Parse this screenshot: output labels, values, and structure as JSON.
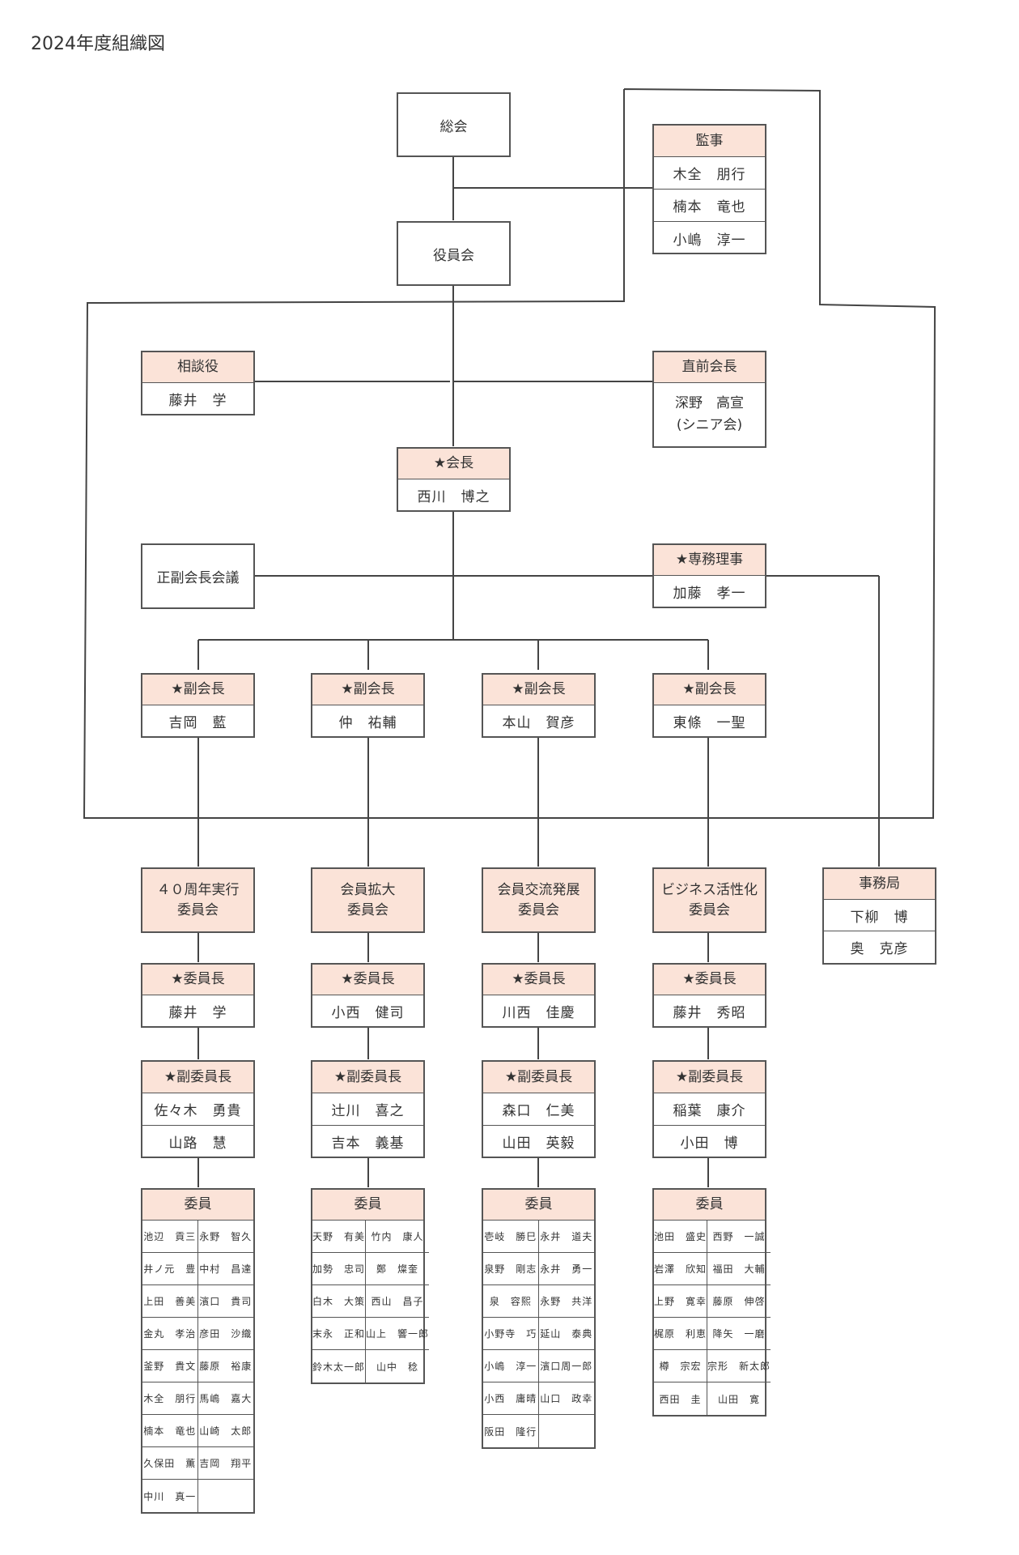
{
  "title": "2024年度組織図",
  "soukai": "総会",
  "yakuinkai": "役員会",
  "kanji": {
    "header": "監事",
    "members": [
      "木全　朋行",
      "楠本　竜也",
      "小嶋　淳一"
    ]
  },
  "soudanyaku": {
    "header": "相談役",
    "members": [
      "藤井　学"
    ]
  },
  "chokuzen": {
    "header": "直前会長",
    "name": "深野　高宣",
    "note": "(シニア会)"
  },
  "kaicho": {
    "header": "★会長",
    "members": [
      "西川　博之"
    ]
  },
  "seifuku": "正副会長会議",
  "senmu": {
    "header": "★専務理事",
    "members": [
      "加藤　孝一"
    ]
  },
  "fukukaicho": [
    {
      "header": "★副会長",
      "members": [
        "吉岡　藍"
      ]
    },
    {
      "header": "★副会長",
      "members": [
        "仲　祐輔"
      ]
    },
    {
      "header": "★副会長",
      "members": [
        "本山　賀彦"
      ]
    },
    {
      "header": "★副会長",
      "members": [
        "東條　一聖"
      ]
    }
  ],
  "jimukyoku": {
    "header": "事務局",
    "members": [
      "下柳　博",
      "奥　克彦"
    ]
  },
  "committees": [
    {
      "name_line1": "４０周年実行",
      "name_line2": "委員会",
      "chair": {
        "header": "★委員長",
        "members": [
          "藤井　学"
        ]
      },
      "vice": {
        "header": "★副委員長",
        "members": [
          "佐々木　勇貴",
          "山路　慧"
        ]
      },
      "members_header": "委員",
      "members": [
        "池辺　貢三",
        "永野　智久",
        "井ノ元　豊",
        "中村　昌達",
        "上田　善美",
        "濱口　貴司",
        "金丸　孝治",
        "彦田　沙織",
        "釜野　貴文",
        "藤原　裕康",
        "木全　朋行",
        "馬嶋　嘉大",
        "楠本　竜也",
        "山崎　太郎",
        "久保田　薫",
        "吉岡　翔平",
        "中川　真一",
        ""
      ]
    },
    {
      "name_line1": "会員拡大",
      "name_line2": "委員会",
      "chair": {
        "header": "★委員長",
        "members": [
          "小西　健司"
        ]
      },
      "vice": {
        "header": "★副委員長",
        "members": [
          "辻川　喜之",
          "吉本　義基"
        ]
      },
      "members_header": "委員",
      "members": [
        "天野　有美",
        "竹内　康人",
        "加勢　忠司",
        "鄭　燦奎",
        "白木　大策",
        "西山　昌子",
        "末永　正和",
        "山上　響一郎",
        "鈴木太一郎",
        "山中　稔"
      ]
    },
    {
      "name_line1": "会員交流発展",
      "name_line2": "委員会",
      "chair": {
        "header": "★委員長",
        "members": [
          "川西　佳慶"
        ]
      },
      "vice": {
        "header": "★副委員長",
        "members": [
          "森口　仁美",
          "山田　英毅"
        ]
      },
      "members_header": "委員",
      "members": [
        "壱岐　勝巳",
        "永井　道夫",
        "泉野　剛志",
        "永井　勇一",
        "泉　容熙",
        "永野　共洋",
        "小野寺　巧",
        "延山　泰典",
        "小嶋　淳一",
        "濱口周一郎",
        "小西　庸晴",
        "山口　政幸",
        "阪田　隆行",
        ""
      ]
    },
    {
      "name_line1": "ビジネス活性化",
      "name_line2": "委員会",
      "chair": {
        "header": "★委員長",
        "members": [
          "藤井　秀昭"
        ]
      },
      "vice": {
        "header": "★副委員長",
        "members": [
          "稲葉　康介",
          "小田　博"
        ]
      },
      "members_header": "委員",
      "members": [
        "池田　盛史",
        "西野　一誠",
        "岩澤　欣知",
        "福田　大輔",
        "上野　寛幸",
        "藤原　伸啓",
        "梶原　利恵",
        "降矢　一磨",
        "樽　宗宏",
        "宗形　新太郎",
        "西田　圭",
        "山田　寛"
      ]
    }
  ]
}
